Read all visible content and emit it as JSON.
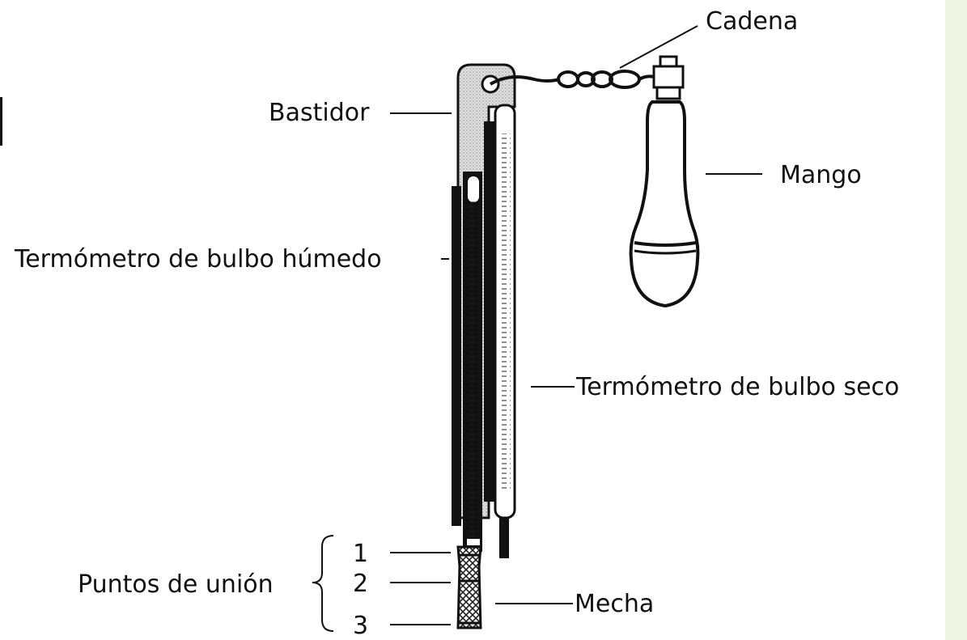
{
  "labels": {
    "cadena": "Cadena",
    "bastidor": "Bastidor",
    "mango": "Mango",
    "termometro_humedo": "Termómetro de bulbo húmedo",
    "termometro_seco": "Termómetro de bulbo seco",
    "puntos_union": "Puntos de unión",
    "mecha": "Mecha",
    "punto_1": "1",
    "punto_2": "2",
    "punto_3": "3"
  },
  "colors": {
    "background": "#ffffff",
    "side_panel": "#eef3e2",
    "ink": "#111111",
    "frame_fill": "#d6d6d6"
  }
}
